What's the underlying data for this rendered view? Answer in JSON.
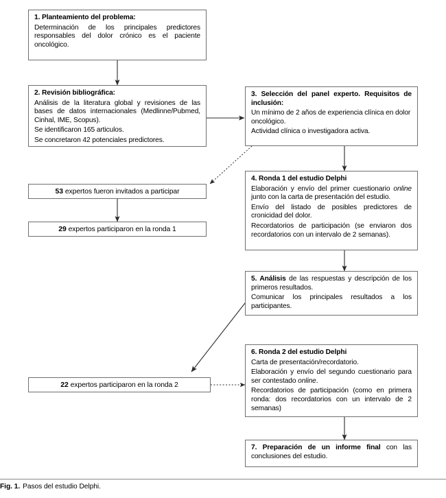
{
  "figure": {
    "label": "Fig. 1.",
    "caption": "Pasos del estudio Delphi."
  },
  "colors": {
    "box_border": "#6f6f6f",
    "connector": "#2b2b2b",
    "background": "#ffffff",
    "text": "#000000"
  },
  "nodes": {
    "step1": {
      "heading": "1. Planteamiento del problema:",
      "lines": [
        "Determinación de los principales predictores responsables del dolor crónico es el paciente oncológico."
      ]
    },
    "step2": {
      "heading": "2. Revisión bibliográfica:",
      "lines": [
        "Análisis de la literatura global y revisiones de las bases de datos internacionales (Medlinne/Pubmed, Cinhal, IME, Scopus).",
        "Se identificaron 165 articulos.",
        "Se concretaron 42 potenciales predictores."
      ]
    },
    "step3": {
      "heading": "3. Selección del panel experto. Requisitos de inclusión:",
      "lines": [
        "Un mínimo de 2 años de experiencia clínica en dolor oncológico.",
        "Actividad clínica o investigadora activa."
      ]
    },
    "step4": {
      "heading": "4. Ronda 1 del estudio Delphi",
      "lines_a": "Elaboración y envío del primer cuestionario ",
      "lines_a_italic": "online",
      "lines_a_rest": " junto con la carta de presentación del estudio.",
      "lines_b": "Envío del listado de posibles predictores de cronicidad del dolor.",
      "lines_c": "Recordatorios de participación (se enviaron dos recordatorios con un intervalo de 2 semanas)."
    },
    "step5": {
      "heading": "5. Análisis",
      "heading_rest": " de las respuestas y descripción de los primeros resultados.",
      "line2": "Comunicar los principales resultados a los participantes."
    },
    "step6": {
      "heading": "6. Ronda 2 del estudio Delphi",
      "line1": "Carta de presentación/recordatorio.",
      "line2_pre": "Elaboración y envío del segundo cuestionario para ser contestado ",
      "line2_italic": "online",
      "line2_post": ".",
      "line3": "Recordatorios de participación (como en primera ronda: dos recordatorios con un intervalo de 2 semanas)"
    },
    "step7": {
      "heading": "7. Preparación de un informe final",
      "heading_rest": " con las conclusiones del estudio."
    },
    "invited": {
      "count": "53",
      "text": "expertos fueron invitados a participar"
    },
    "round1_participants": {
      "count": "29",
      "text": "expertos participaron en la ronda 1"
    },
    "round2_participants": {
      "count": "22",
      "text": "expertos participaron en la ronda 2"
    }
  },
  "flow": {
    "edges": [
      {
        "from": "step1",
        "to": "step2",
        "style": "solid",
        "direction": "down"
      },
      {
        "from": "step2",
        "to": "step3",
        "style": "solid",
        "direction": "right"
      },
      {
        "from": "step3",
        "to": "invited",
        "style": "dotted",
        "direction": "down-left"
      },
      {
        "from": "step3",
        "to": "step4",
        "style": "solid",
        "direction": "down"
      },
      {
        "from": "invited",
        "to": "round1_participants",
        "style": "solid",
        "direction": "down"
      },
      {
        "from": "step4",
        "to": "step5",
        "style": "solid",
        "direction": "down"
      },
      {
        "from": "step5",
        "to": "round2_participants",
        "style": "solid",
        "direction": "down-left"
      },
      {
        "from": "round2_participants",
        "to": "step6",
        "style": "dotted",
        "direction": "right"
      },
      {
        "from": "step6",
        "to": "step7",
        "style": "solid",
        "direction": "down"
      }
    ]
  }
}
